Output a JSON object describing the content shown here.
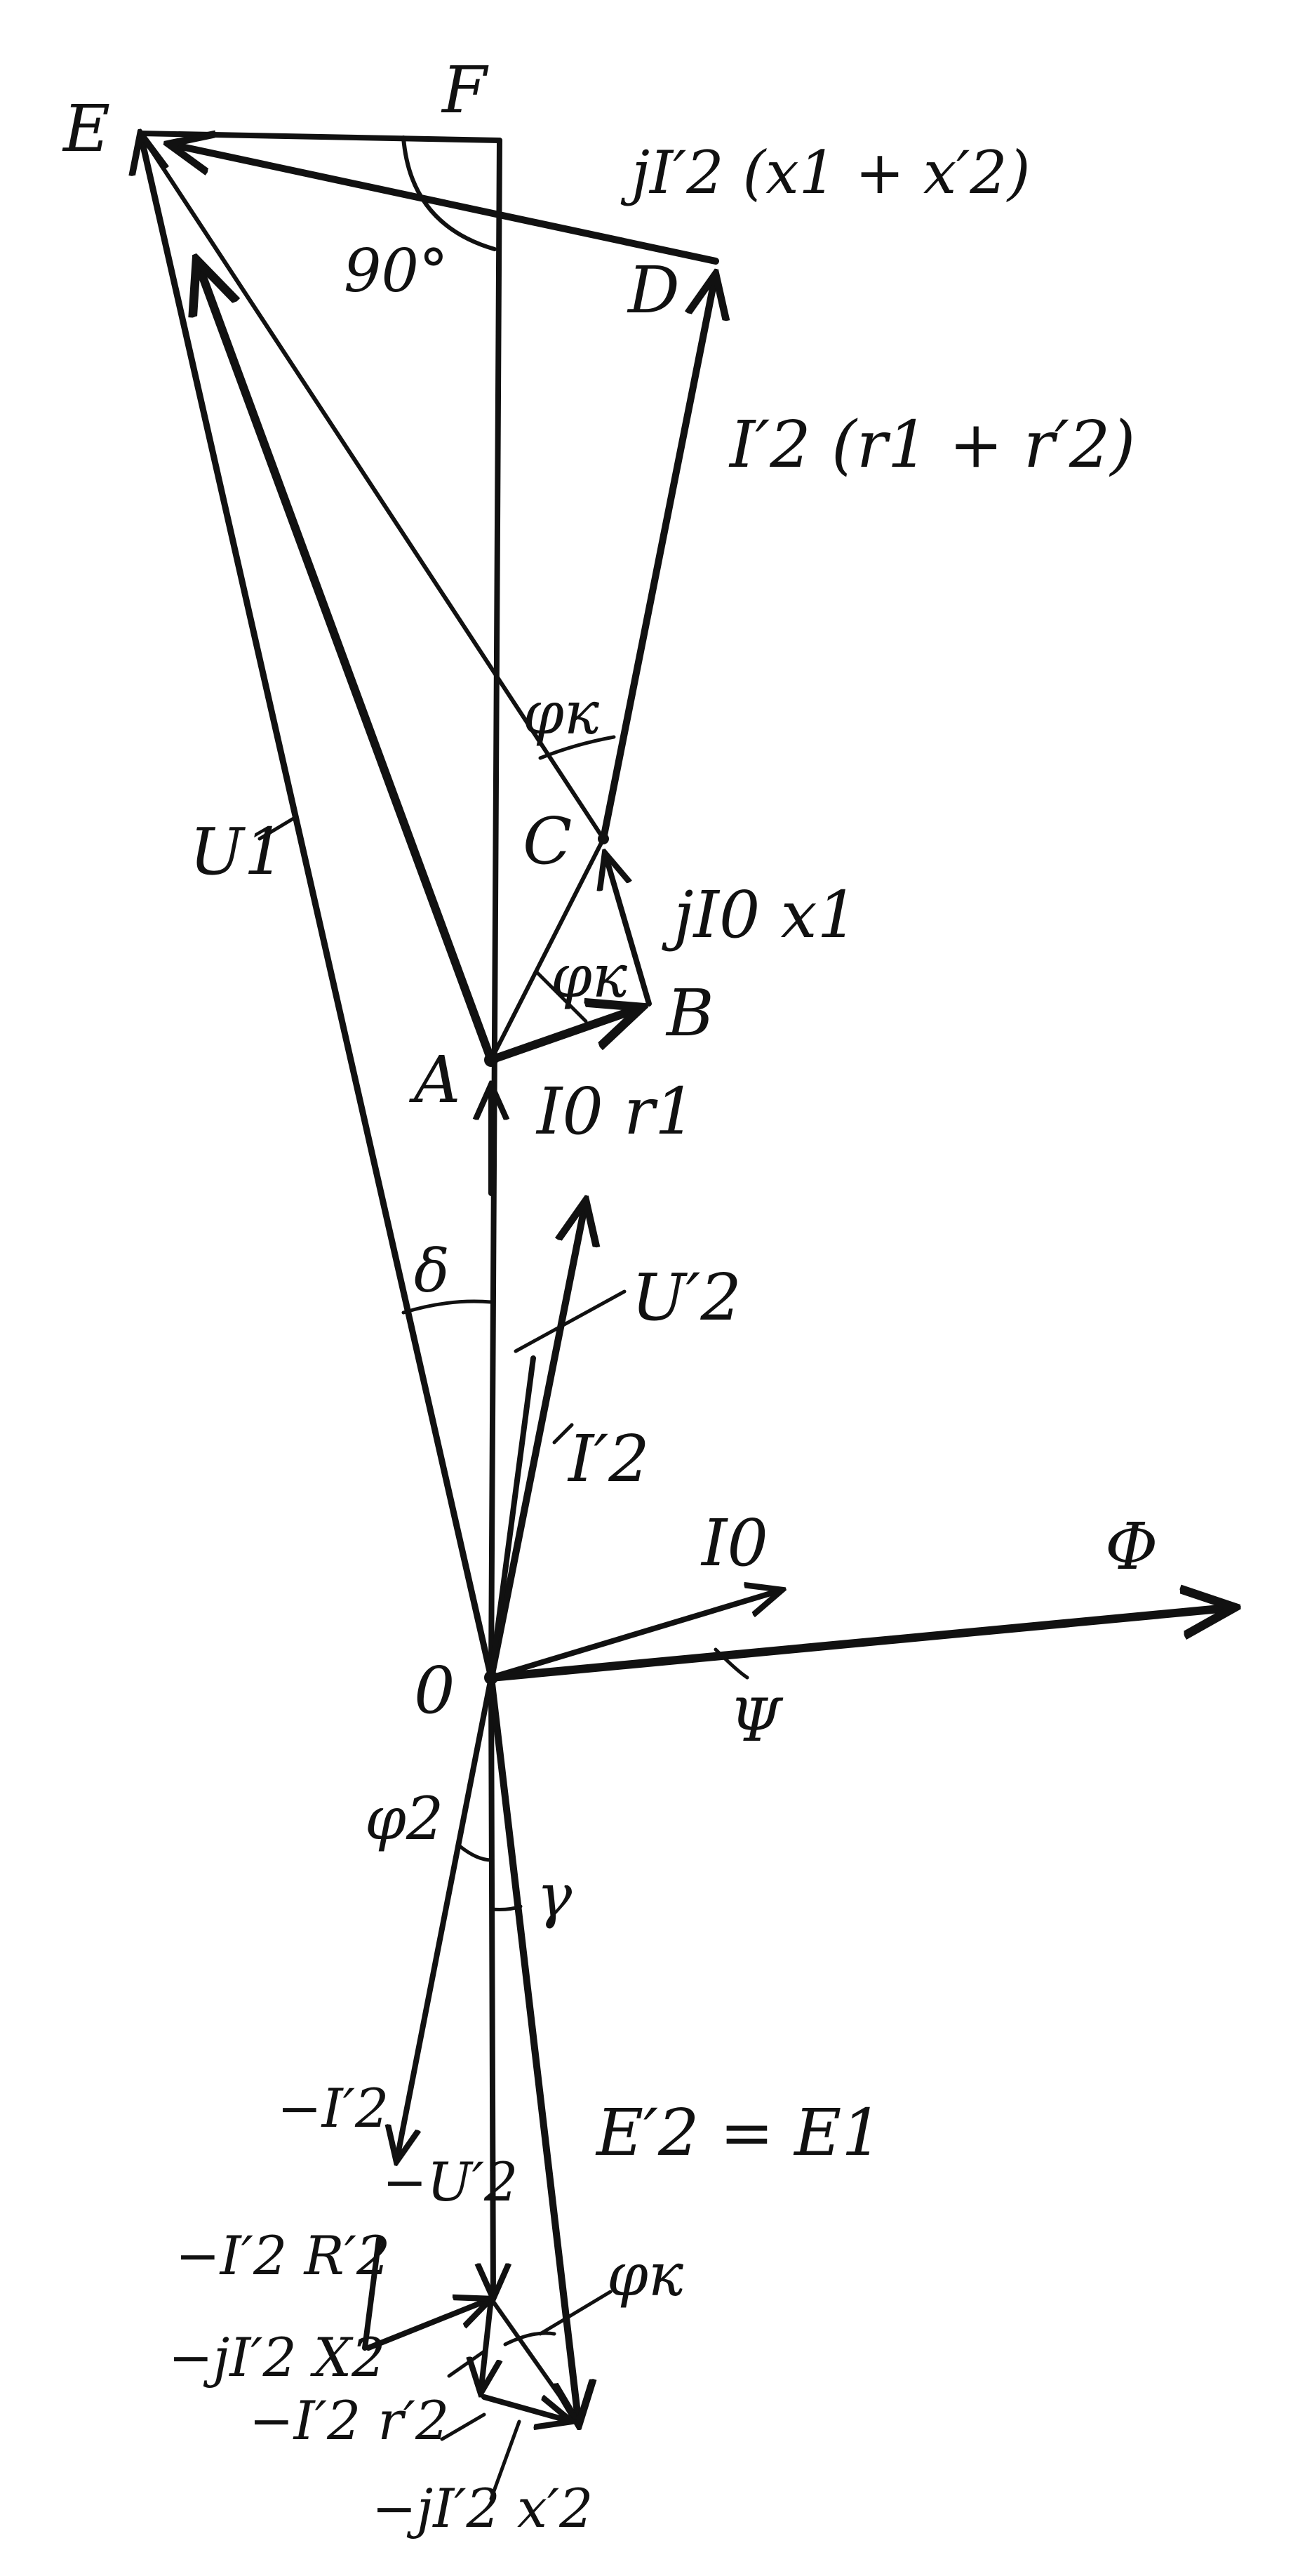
{
  "diagram": {
    "ink_color": "#111111",
    "background_color": "#ffffff",
    "points": {
      "E": "E",
      "F": "F",
      "D": "D",
      "C": "C",
      "B": "B",
      "A": "A",
      "O": "0"
    },
    "angles": {
      "right_angle": "90°",
      "phi_k_upper": "φк",
      "phi_k_mid": "φк",
      "phi_k_lower": "φк",
      "delta": "δ",
      "psi": "Ψ",
      "phi_2": "φ2",
      "gamma": "γ"
    },
    "vectors": {
      "U1": "U1",
      "U2_prime": "U′2",
      "I2_prime": "I′2",
      "I0": "I0",
      "Phi": "Φ",
      "I0_r1": "I0 r1",
      "j_I0_x1": "jI0 x1",
      "I2_r_sum": "I′2 (r1 + r′2)",
      "j_I2_x_sum": "jI′2 (x1 + x′2)",
      "neg_I2": "−I′2",
      "neg_U2": "−U′2",
      "E2_eq_E1": "E′2 = E1",
      "neg_I2_R2": "−I′2 R′2",
      "neg_j_I2_X2": "−jI′2 X2",
      "neg_I2_r2": "−I′2 r′2",
      "neg_j_I2_x2": "−jI′2 x′2"
    }
  }
}
